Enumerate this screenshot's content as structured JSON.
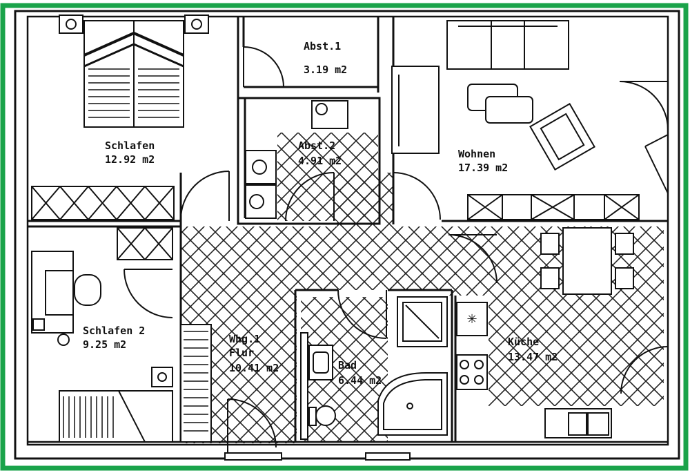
{
  "plan": {
    "frame_color": "#1aa34a",
    "line_color": "#111111",
    "hatch_color": "#222222",
    "rooms": [
      {
        "id": "schlafen",
        "name": "Schlafen",
        "area": "12.92 m2"
      },
      {
        "id": "abst1",
        "name": "Abst.1",
        "area": "3.19 m2"
      },
      {
        "id": "abst2",
        "name": "Abst.2",
        "area": "4.91 m2"
      },
      {
        "id": "wohnen",
        "name": "Wohnen",
        "area": "17.39 m2"
      },
      {
        "id": "schlafen2",
        "name": "Schlafen 2",
        "area": "9.25 m2"
      },
      {
        "id": "flur",
        "name": "Whg.1",
        "name2": "Flur",
        "area": "10.41 m2"
      },
      {
        "id": "bad",
        "name": "Bad",
        "area": "6.44 m2"
      },
      {
        "id": "kueche",
        "name": "Küche",
        "area": "13.47 m2"
      }
    ]
  }
}
